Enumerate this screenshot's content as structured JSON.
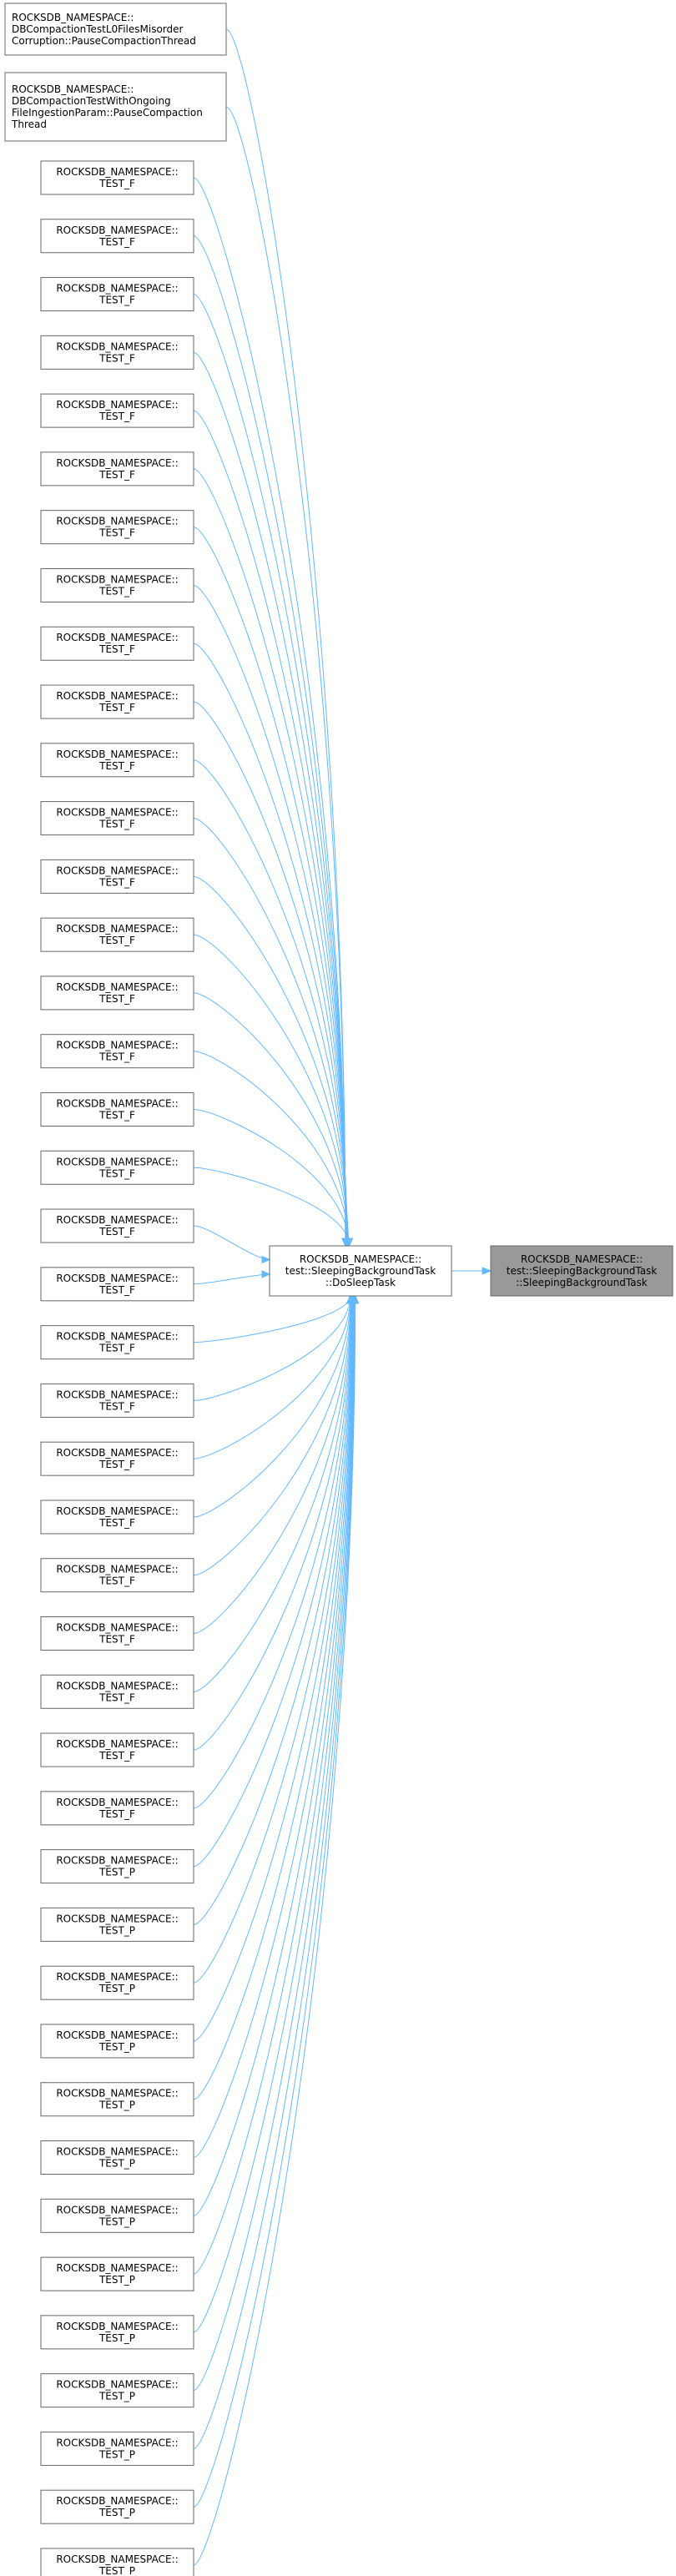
{
  "diagram": {
    "target": {
      "lines": [
        "ROCKSDB_NAMESPACE::",
        "test::SleepingBackgroundTask",
        "::SleepingBackgroundTask"
      ]
    },
    "hub": {
      "lines": [
        "ROCKSDB_NAMESPACE::",
        "test::SleepingBackgroundTask",
        "::DoSleepTask"
      ]
    },
    "callers": [
      {
        "lines": [
          "ROCKSDB_NAMESPACE::",
          "DBCompactionTestL0FilesMisorder",
          "Corruption::PauseCompactionThread"
        ]
      },
      {
        "lines": [
          "ROCKSDB_NAMESPACE::",
          "DBCompactionTestWithOngoing",
          "FileIngestionParam::PauseCompaction",
          "Thread"
        ]
      },
      {
        "lines": [
          "ROCKSDB_NAMESPACE::",
          "TEST_F"
        ]
      },
      {
        "lines": [
          "ROCKSDB_NAMESPACE::",
          "TEST_F"
        ]
      },
      {
        "lines": [
          "ROCKSDB_NAMESPACE::",
          "TEST_F"
        ]
      },
      {
        "lines": [
          "ROCKSDB_NAMESPACE::",
          "TEST_F"
        ]
      },
      {
        "lines": [
          "ROCKSDB_NAMESPACE::",
          "TEST_F"
        ]
      },
      {
        "lines": [
          "ROCKSDB_NAMESPACE::",
          "TEST_F"
        ]
      },
      {
        "lines": [
          "ROCKSDB_NAMESPACE::",
          "TEST_F"
        ]
      },
      {
        "lines": [
          "ROCKSDB_NAMESPACE::",
          "TEST_F"
        ]
      },
      {
        "lines": [
          "ROCKSDB_NAMESPACE::",
          "TEST_F"
        ]
      },
      {
        "lines": [
          "ROCKSDB_NAMESPACE::",
          "TEST_F"
        ]
      },
      {
        "lines": [
          "ROCKSDB_NAMESPACE::",
          "TEST_F"
        ]
      },
      {
        "lines": [
          "ROCKSDB_NAMESPACE::",
          "TEST_F"
        ]
      },
      {
        "lines": [
          "ROCKSDB_NAMESPACE::",
          "TEST_F"
        ]
      },
      {
        "lines": [
          "ROCKSDB_NAMESPACE::",
          "TEST_F"
        ]
      },
      {
        "lines": [
          "ROCKSDB_NAMESPACE::",
          "TEST_F"
        ]
      },
      {
        "lines": [
          "ROCKSDB_NAMESPACE::",
          "TEST_F"
        ]
      },
      {
        "lines": [
          "ROCKSDB_NAMESPACE::",
          "TEST_F"
        ]
      },
      {
        "lines": [
          "ROCKSDB_NAMESPACE::",
          "TEST_F"
        ]
      },
      {
        "lines": [
          "ROCKSDB_NAMESPACE::",
          "TEST_F"
        ]
      },
      {
        "lines": [
          "ROCKSDB_NAMESPACE::",
          "TEST_F"
        ]
      },
      {
        "lines": [
          "ROCKSDB_NAMESPACE::",
          "TEST_F"
        ]
      },
      {
        "lines": [
          "ROCKSDB_NAMESPACE::",
          "TEST_F"
        ]
      },
      {
        "lines": [
          "ROCKSDB_NAMESPACE::",
          "TEST_F"
        ]
      },
      {
        "lines": [
          "ROCKSDB_NAMESPACE::",
          "TEST_F"
        ]
      },
      {
        "lines": [
          "ROCKSDB_NAMESPACE::",
          "TEST_F"
        ]
      },
      {
        "lines": [
          "ROCKSDB_NAMESPACE::",
          "TEST_F"
        ]
      },
      {
        "lines": [
          "ROCKSDB_NAMESPACE::",
          "TEST_F"
        ]
      },
      {
        "lines": [
          "ROCKSDB_NAMESPACE::",
          "TEST_F"
        ]
      },
      {
        "lines": [
          "ROCKSDB_NAMESPACE::",
          "TEST_F"
        ]
      },
      {
        "lines": [
          "ROCKSDB_NAMESPACE::",
          "TEST_P"
        ]
      },
      {
        "lines": [
          "ROCKSDB_NAMESPACE::",
          "TEST_P"
        ]
      },
      {
        "lines": [
          "ROCKSDB_NAMESPACE::",
          "TEST_P"
        ]
      },
      {
        "lines": [
          "ROCKSDB_NAMESPACE::",
          "TEST_P"
        ]
      },
      {
        "lines": [
          "ROCKSDB_NAMESPACE::",
          "TEST_P"
        ]
      },
      {
        "lines": [
          "ROCKSDB_NAMESPACE::",
          "TEST_P"
        ]
      },
      {
        "lines": [
          "ROCKSDB_NAMESPACE::",
          "TEST_P"
        ]
      },
      {
        "lines": [
          "ROCKSDB_NAMESPACE::",
          "TEST_P"
        ]
      },
      {
        "lines": [
          "ROCKSDB_NAMESPACE::",
          "TEST_P"
        ]
      },
      {
        "lines": [
          "ROCKSDB_NAMESPACE::",
          "TEST_P"
        ]
      },
      {
        "lines": [
          "ROCKSDB_NAMESPACE::",
          "TEST_P"
        ]
      },
      {
        "lines": [
          "ROCKSDB_NAMESPACE::",
          "TEST_P"
        ]
      },
      {
        "lines": [
          "ROCKSDB_NAMESPACE::",
          "TEST_P"
        ]
      }
    ],
    "colors": {
      "edge": "#63b8ff",
      "node_border": "#666666",
      "node_fill": "#ffffff",
      "highlight_fill": "#999999"
    }
  }
}
